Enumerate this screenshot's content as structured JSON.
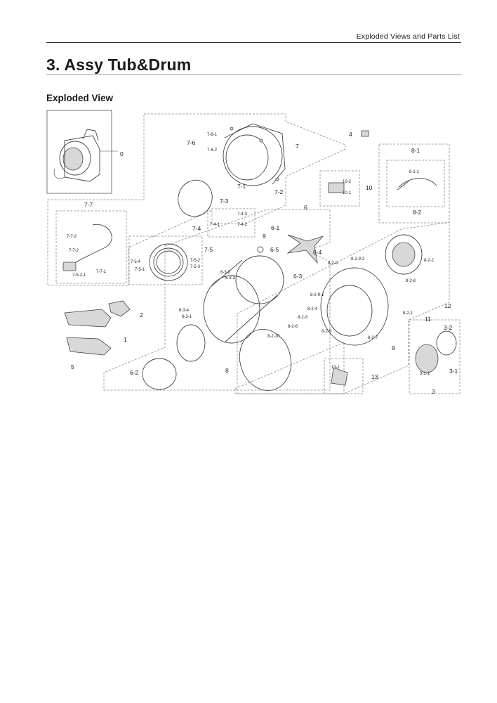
{
  "header": {
    "section_title": "Exploded Views and Parts List"
  },
  "page": {
    "title": "3.  Assy Tub&Drum",
    "subtitle": "Exploded View"
  },
  "labels": {
    "p0": "0",
    "p1": "1",
    "p2": "2",
    "p3": "3",
    "p3_1": "3-1",
    "p3_1_1": "3-1-1",
    "p3_2": "3-2",
    "p4": "4",
    "p5": "5",
    "p6": "6",
    "p6_1": "6-1",
    "p6_2": "6-2",
    "p6_3": "6-3",
    "p6_3_1": "6-3-1",
    "p6_3_2": "6-3-2",
    "p6_3_3": "6-3-3",
    "p6_3_4": "6-3-4",
    "p6_4": "6-4",
    "p6_5": "6-5",
    "p7": "7",
    "p7_1": "7-1",
    "p7_2": "7-2",
    "p7_3": "7-3",
    "p7_4": "7-4",
    "p7_4_1": "7-4-1",
    "p7_4_2": "7-4-2",
    "p7_4_3": "7-4-3",
    "p7_5": "7-5",
    "p7_5_1": "7-5-1",
    "p7_5_2": "7-5-2",
    "p7_5_3": "7-5-3",
    "p7_5_4": "7-5-4",
    "p7_6": "7-6",
    "p7_6_1": "7-6-1",
    "p7_6_2": "7-6-2",
    "p7_7": "7-7",
    "p7_7_1": "7-7-1",
    "p7_7_2": "7-7-2",
    "p7_7_3": "7-7-3",
    "p7_5_2_1": "7-5-2-1",
    "p8": "8",
    "p8_1": "8-1",
    "p8_1_1": "8-1-1",
    "p8_2": "8-2",
    "p8_2_1": "8-2-1",
    "p8_2_2": "8-2-2",
    "p8_2_3": "8-2-3",
    "p8_2_4": "8-2-4",
    "p8_2_5": "8-2-5",
    "p8_2_6": "8-2-6",
    "p8_2_7": "8-2-7",
    "p8_2_8": "8-2-8",
    "p8_2_9": "8-2-9",
    "p8_2_9_1": "8-2-9-1",
    "p8_2_9_2": "8-2-9-2",
    "p8_2_10": "8-2-10",
    "p9a": "9",
    "p9b": "9",
    "p10": "10",
    "p10_1": "10-1",
    "p10_2": "10-2",
    "p11": "11",
    "p12": "12",
    "p13": "13",
    "p13_1": "13-1"
  }
}
